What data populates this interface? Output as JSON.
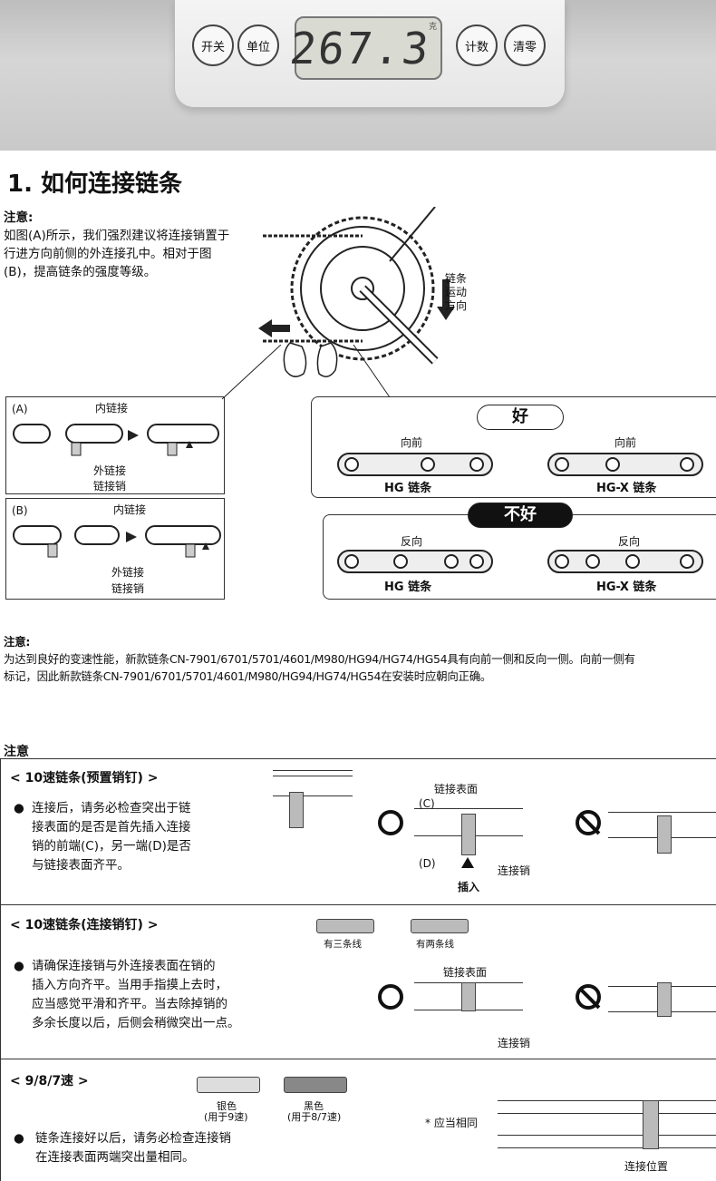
{
  "scale": {
    "buttons": [
      "开关",
      "单位",
      "计数",
      "清零"
    ],
    "display_value": "267.3",
    "unit": "克"
  },
  "title": "1. 如何连接链条",
  "note1": {
    "label": "注意:",
    "lines": [
      "如图(A)所示，我们强烈建议将连接销置于",
      "行进方向前侧的外连接孔中。相对于图",
      "(B)，提高链条的强度等级。"
    ]
  },
  "chain_direction": [
    "链条",
    "运动",
    "方向"
  ],
  "diagram_a": {
    "tag": "(A)",
    "inner": "内链接",
    "outer": "外链接",
    "pin": "链接销"
  },
  "diagram_b": {
    "tag": "(B)",
    "inner": "内链接",
    "outer": "外链接",
    "pin": "链接销"
  },
  "good": {
    "title": "好",
    "dir1": "向前",
    "dir2": "向前",
    "name1": "HG 链条",
    "name2": "HG-X 链条"
  },
  "bad": {
    "title": "不好",
    "dir1": "反向",
    "dir2": "反向",
    "name1": "HG 链条",
    "name2": "HG-X 链条"
  },
  "note2": {
    "label": "注意:",
    "lines": [
      "为达到良好的变速性能，新款链条CN-7901/6701/5701/4601/M980/HG94/HG74/HG54具有向前一侧和反向一侧。向前一侧有",
      "标记，因此新款链条CN-7901/6701/5701/4601/M980/HG94/HG74/HG54在安装时应朝向正确。"
    ]
  },
  "caution_label": "注意",
  "sections": [
    {
      "title": "< 10速链条(预置销钉) >",
      "lines": [
        "连接后，请务必检查突出于链",
        "接表面的是否是首先插入连接",
        "销的前端(C)，另一端(D)是否",
        "与链接表面齐平。"
      ],
      "labels": {
        "surface": "链接表面",
        "c": "(C)",
        "d": "(D)",
        "pin": "连接销",
        "insert": "插入"
      }
    },
    {
      "title": "< 10速链条(连接销钉) >",
      "lines": [
        "请确保连接销与外连接表面在销的",
        "插入方向齐平。当用手指摸上去时，",
        "应当感觉平滑和齐平。当去除掉销的",
        "多余长度以后，后侧会稍微突出一点。"
      ],
      "labels": {
        "three": "有三条线",
        "two": "有两条线",
        "surface": "链接表面",
        "pin": "连接销"
      }
    },
    {
      "title": "< 9/8/7速 >",
      "lines": [
        "链条连接好以后，请务必检查连接销",
        "在连接表面两端突出量相同。"
      ],
      "labels": {
        "silver": "银色",
        "silver_sub": "(用于9速)",
        "black": "黑色",
        "black_sub": "(用于8/7速)",
        "same": "* 应当相同",
        "pos": "连接位置"
      }
    }
  ]
}
